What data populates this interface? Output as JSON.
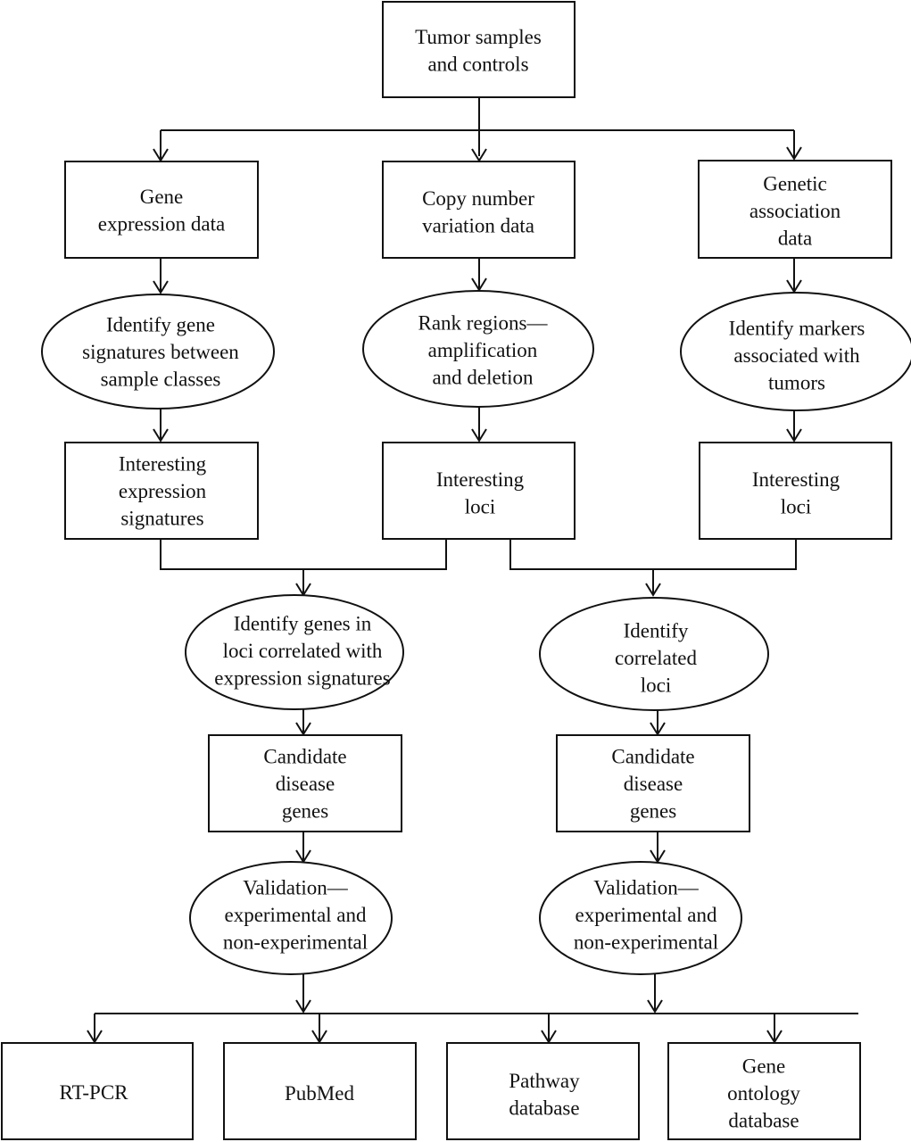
{
  "nodes": {
    "tumor_samples": {
      "lines": [
        "Tumor samples",
        "and controls"
      ]
    },
    "gene_expression_data": {
      "lines": [
        "Gene",
        "expression data"
      ]
    },
    "copy_number_data": {
      "lines": [
        "Copy number",
        "variation data"
      ]
    },
    "genetic_association_data": {
      "lines": [
        "Genetic",
        "association",
        "data"
      ]
    },
    "identify_gene_signatures": {
      "lines": [
        "Identify gene",
        "signatures between",
        "sample classes"
      ]
    },
    "rank_regions": {
      "lines": [
        "Rank regions—",
        "amplification",
        "and deletion"
      ]
    },
    "identify_markers": {
      "lines": [
        "Identify markers",
        "associated with",
        "tumors"
      ]
    },
    "interesting_signatures": {
      "lines": [
        "Interesting",
        "expression",
        "signatures"
      ]
    },
    "interesting_loci_cnv": {
      "lines": [
        "Interesting",
        "loci"
      ]
    },
    "interesting_loci_assoc": {
      "lines": [
        "Interesting",
        "loci"
      ]
    },
    "identify_genes_in_loci": {
      "lines": [
        "Identify genes in",
        "loci correlated with",
        "expression signatures"
      ]
    },
    "identify_correlated_loci": {
      "lines": [
        "Identify",
        "correlated",
        "loci"
      ]
    },
    "candidate_genes_left": {
      "lines": [
        "Candidate",
        "disease",
        "genes"
      ]
    },
    "candidate_genes_right": {
      "lines": [
        "Candidate",
        "disease",
        "genes"
      ]
    },
    "validation_left": {
      "lines": [
        "Validation—",
        "experimental and",
        "non-experimental"
      ]
    },
    "validation_right": {
      "lines": [
        "Validation—",
        "experimental and",
        "non-experimental"
      ]
    },
    "rt_pcr": {
      "lines": [
        "RT-PCR"
      ]
    },
    "pubmed": {
      "lines": [
        "PubMed"
      ]
    },
    "pathway_database": {
      "lines": [
        "Pathway",
        "database"
      ]
    },
    "gene_ontology_database": {
      "lines": [
        "Gene",
        "ontology",
        "database"
      ]
    }
  }
}
